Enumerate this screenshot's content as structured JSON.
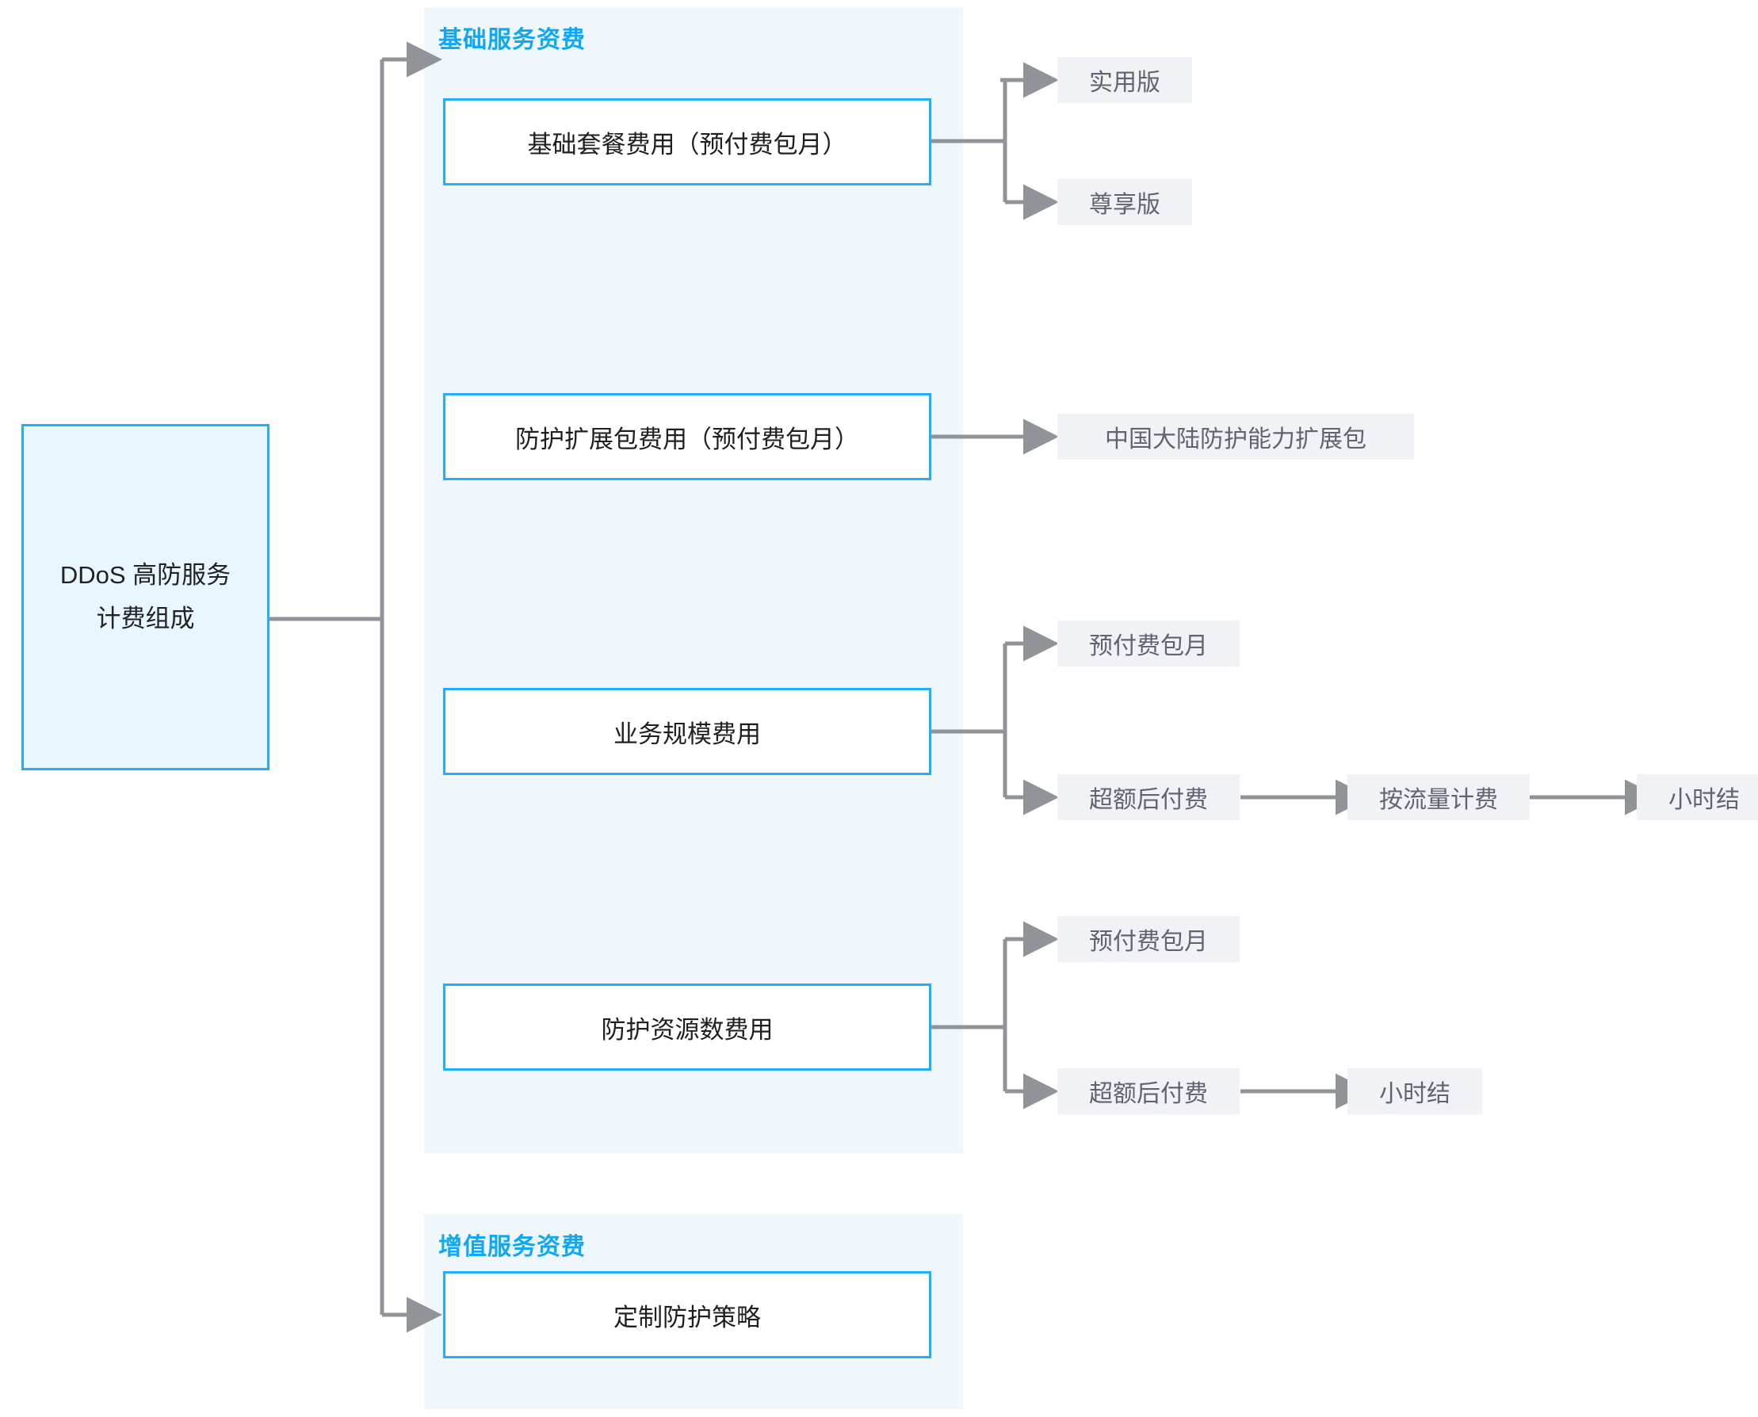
{
  "diagram": {
    "root": {
      "line1": "DDoS 高防服务",
      "line2": "计费组成"
    },
    "sections": [
      {
        "title": "基础服务资费",
        "nodes": [
          {
            "label": "基础套餐费用（预付费包月）",
            "children": [
              {
                "label": "实用版",
                "children": []
              },
              {
                "label": "尊享版",
                "children": []
              }
            ]
          },
          {
            "label": "防护扩展包费用（预付费包月）",
            "children": [
              {
                "label": "中国大陆防护能力扩展包",
                "children": []
              }
            ]
          },
          {
            "label": "业务规模费用",
            "children": [
              {
                "label": "预付费包月",
                "children": []
              },
              {
                "label": "超额后付费",
                "children": [
                  {
                    "label": "按流量计费",
                    "children": [
                      {
                        "label": "小时结",
                        "children": []
                      }
                    ]
                  }
                ]
              }
            ]
          },
          {
            "label": "防护资源数费用",
            "children": [
              {
                "label": "预付费包月",
                "children": []
              },
              {
                "label": "超额后付费",
                "children": [
                  {
                    "label": "小时结",
                    "children": []
                  }
                ]
              }
            ]
          }
        ]
      },
      {
        "title": "增值服务资费",
        "nodes": [
          {
            "label": "定制防护策略",
            "children": []
          }
        ]
      }
    ],
    "colors": {
      "accent": "#21aefb",
      "panel_bg": "#eff7fb",
      "root_bg": "#e8f6fe",
      "leaf_bg": "#f1f2f6",
      "wire": "#909499",
      "title_text": "#10a8f5",
      "leaf_text": "#5e6570",
      "node_text": "#1f1f1f"
    }
  }
}
